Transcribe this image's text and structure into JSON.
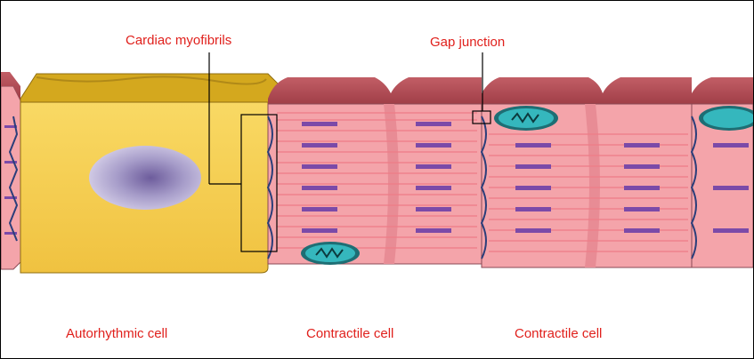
{
  "labels": {
    "cardiac_myofibrils": "Cardiac myofibrils",
    "gap_junction": "Gap junction",
    "autorhythmic_cell": "Autorhythmic cell",
    "contractile_cell_1": "Contractile cell",
    "contractile_cell_2": "Contractile cell"
  },
  "colors": {
    "label_red": "#e0201c",
    "autorhythmic_yellow": "#f7cf52",
    "autorhythmic_top": "#d4a81e",
    "contractile_pink": "#f4a4aa",
    "contractile_top": "#b85058",
    "sarcomere_purple": "#7b4aa8",
    "mitochondria_teal": "#35b7bd",
    "nucleus_lavender": "#a59bc9"
  }
}
